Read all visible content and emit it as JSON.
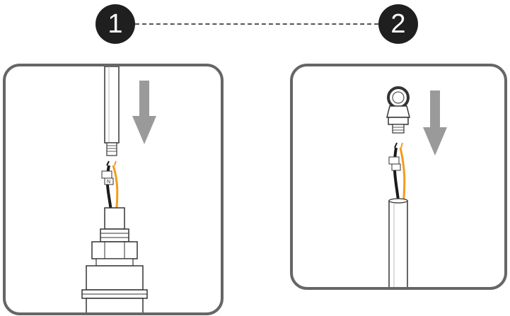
{
  "steps": [
    {
      "number": "1"
    },
    {
      "number": "2"
    }
  ],
  "wire_tag_label": "N",
  "colors": {
    "badge": "#1f1f1f",
    "panel_border": "#666666",
    "arrow": "#9a9a9a",
    "wire_orange": "#f39c1b",
    "wire_black": "#1a1a1a",
    "connector": "#555555"
  },
  "icons": {
    "step1_arrow": "arrow-down-icon",
    "step2_arrow": "arrow-down-icon",
    "eye_bolt": "eye-bolt-icon"
  }
}
